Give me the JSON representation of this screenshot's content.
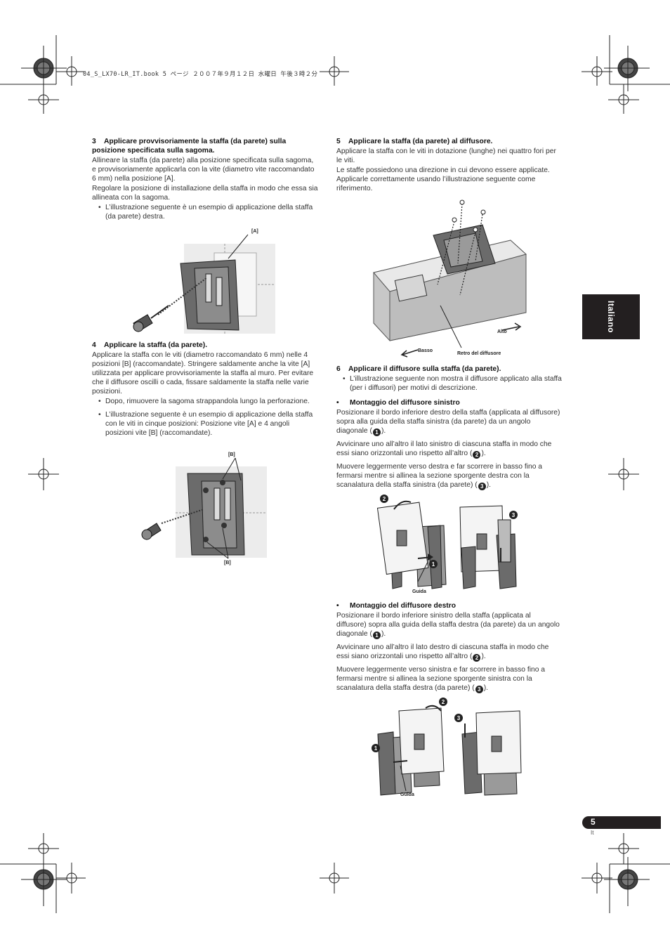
{
  "header": {
    "file_line": "04_S_LX70-LR_IT.book  5 ページ  ２００７年９月１２日  水曜日  午後３時２分"
  },
  "side_tab": {
    "label": "Italiano"
  },
  "page": {
    "number": "5",
    "lang_code": "It"
  },
  "left_col": {
    "s3": {
      "num": "3",
      "title": "Applicare provvisoriamente la staffa (da parete) sulla posizione specificata sulla sagoma.",
      "p1": "Allineare la staffa (da parete) alla posizione specificata sulla sagoma, e provvisoriamente applicarla con la vite (diametro vite raccomandato 6 mm) nella posizione [A].",
      "p2": "Regolare la posizione di installazione della staffa in modo che essa sia allineata con la sagoma.",
      "b1": "L’illustrazione seguente è un esempio di applicazione della staffa (da parete) destra."
    },
    "fig1": {
      "label_a": "[A]"
    },
    "s4": {
      "num": "4",
      "title": "Applicare la staffa (da parete).",
      "p1": "Applicare la staffa con le viti (diametro raccomandato 6 mm) nelle 4 posizioni [B] (raccomandate). Stringere saldamente anche la vite [A] utilizzata per applicare provvisoriamente la staffa al muro. Per evitare che il diffusore oscilli o cada, fissare saldamente la staffa nelle varie posizioni.",
      "b1": "Dopo, rimuovere la sagoma strappandola lungo la perforazione.",
      "b2": "L’illustrazione seguente è un esempio di applicazione della staffa con le viti in cinque posizioni: Posizione vite [A] e 4 angoli posizioni vite [B] (raccomandate)."
    },
    "fig2": {
      "label_b_top": "[B]",
      "label_b_bottom": "[B]"
    }
  },
  "right_col": {
    "s5": {
      "num": "5",
      "title": "Applicare la staffa (da parete) al diffusore.",
      "p1": "Applicare la staffa con le viti in dotazione (lunghe) nei quattro fori per le viti.",
      "p2": "Le staffe possiedono una direzione in cui devono essere applicate. Applicarle correttamente usando l’illustrazione seguente come riferimento."
    },
    "fig3": {
      "alto": "Alto",
      "basso": "Basso",
      "retro": "Retro del diffusore"
    },
    "s6": {
      "num": "6",
      "title": "Applicare il diffusore sulla staffa (da parete).",
      "b1": "L’illustrazione seguente non mostra il diffusore applicato alla staffa (per i diffusori) per motivi di descrizione."
    },
    "sx": {
      "title": "Montaggio del diffusore sinistro",
      "p1": "Posizionare il bordo inferiore destro della staffa (applicata al diffusore) sopra alla guida della staffa sinistra (da parete) da un angolo diagonale (",
      "p1_end": ").",
      "p2": "Avvicinare uno all’altro il lato sinistro di ciascuna staffa in modo che essi siano orizzontali uno rispetto all’altro (",
      "p2_end": ").",
      "p3": "Muovere leggermente verso destra e far scorrere in basso fino a fermarsi mentre si allinea la sezione sporgente destra con la scanalatura della staffa sinistra (da parete)  (",
      "p3_end": ")."
    },
    "fig4": {
      "guida": "Guida"
    },
    "dx": {
      "title": "Montaggio del diffusore destro",
      "p1": "Posizionare il bordo inferiore sinistro della staffa (applicata al diffusore) sopra alla guida della staffa destra (da parete) da un angolo diagonale (",
      "p1_end": ").",
      "p2": "Avvicinare uno all’altro il lato destro di ciascuna staffa in modo che essi siano orizzontali uno rispetto all’altro (",
      "p2_end": ").",
      "p3": "Muovere leggermente verso sinistra e far scorrere in basso fino a fermarsi mentre si allinea la sezione sporgente sinistra con la scanalatura della staffa destra (da parete)  (",
      "p3_end": ")."
    },
    "fig5": {
      "guida": "Guida"
    },
    "markers": {
      "m1": "1",
      "m2": "2",
      "m3": "3"
    }
  }
}
